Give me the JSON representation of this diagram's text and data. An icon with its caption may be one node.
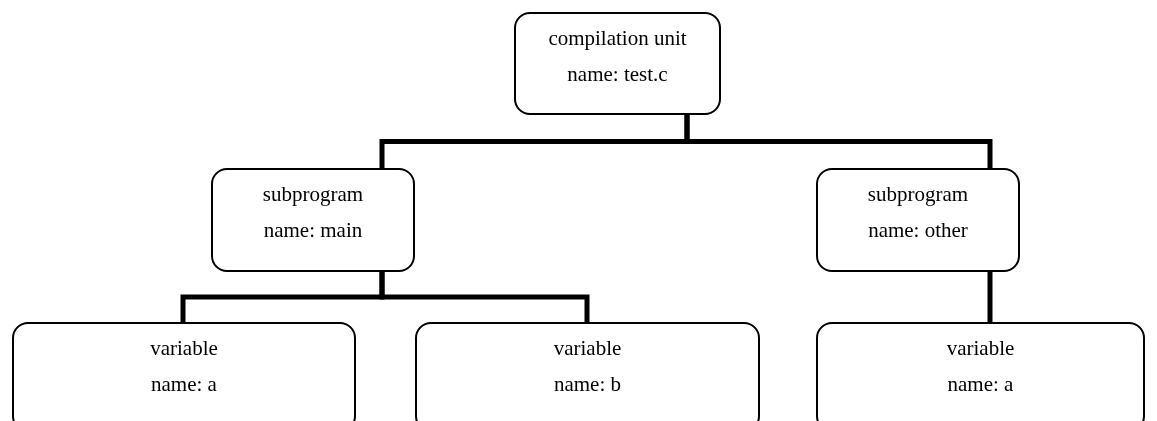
{
  "diagram": {
    "nodes": [
      {
        "text": [
          "compilation unit",
          "name: test.c"
        ]
      },
      {
        "text": [
          "subprogram",
          "name: main"
        ]
      },
      {
        "text": [
          "subprogram",
          "name: other"
        ]
      },
      {
        "text": [
          "variable",
          "name: a"
        ]
      },
      {
        "text": [
          "variable",
          "name: b"
        ]
      },
      {
        "text": [
          "variable",
          "name: a"
        ]
      }
    ],
    "edges": [
      {
        "from": 0,
        "to": 1,
        "arrow": "none"
      },
      {
        "from": 0,
        "to": 2,
        "arrow": "none"
      },
      {
        "from": 1,
        "to": 3,
        "arrow": "none"
      },
      {
        "from": 1,
        "to": 4,
        "arrow": "none"
      },
      {
        "from": 2,
        "to": 5,
        "arrow": "none"
      }
    ]
  }
}
